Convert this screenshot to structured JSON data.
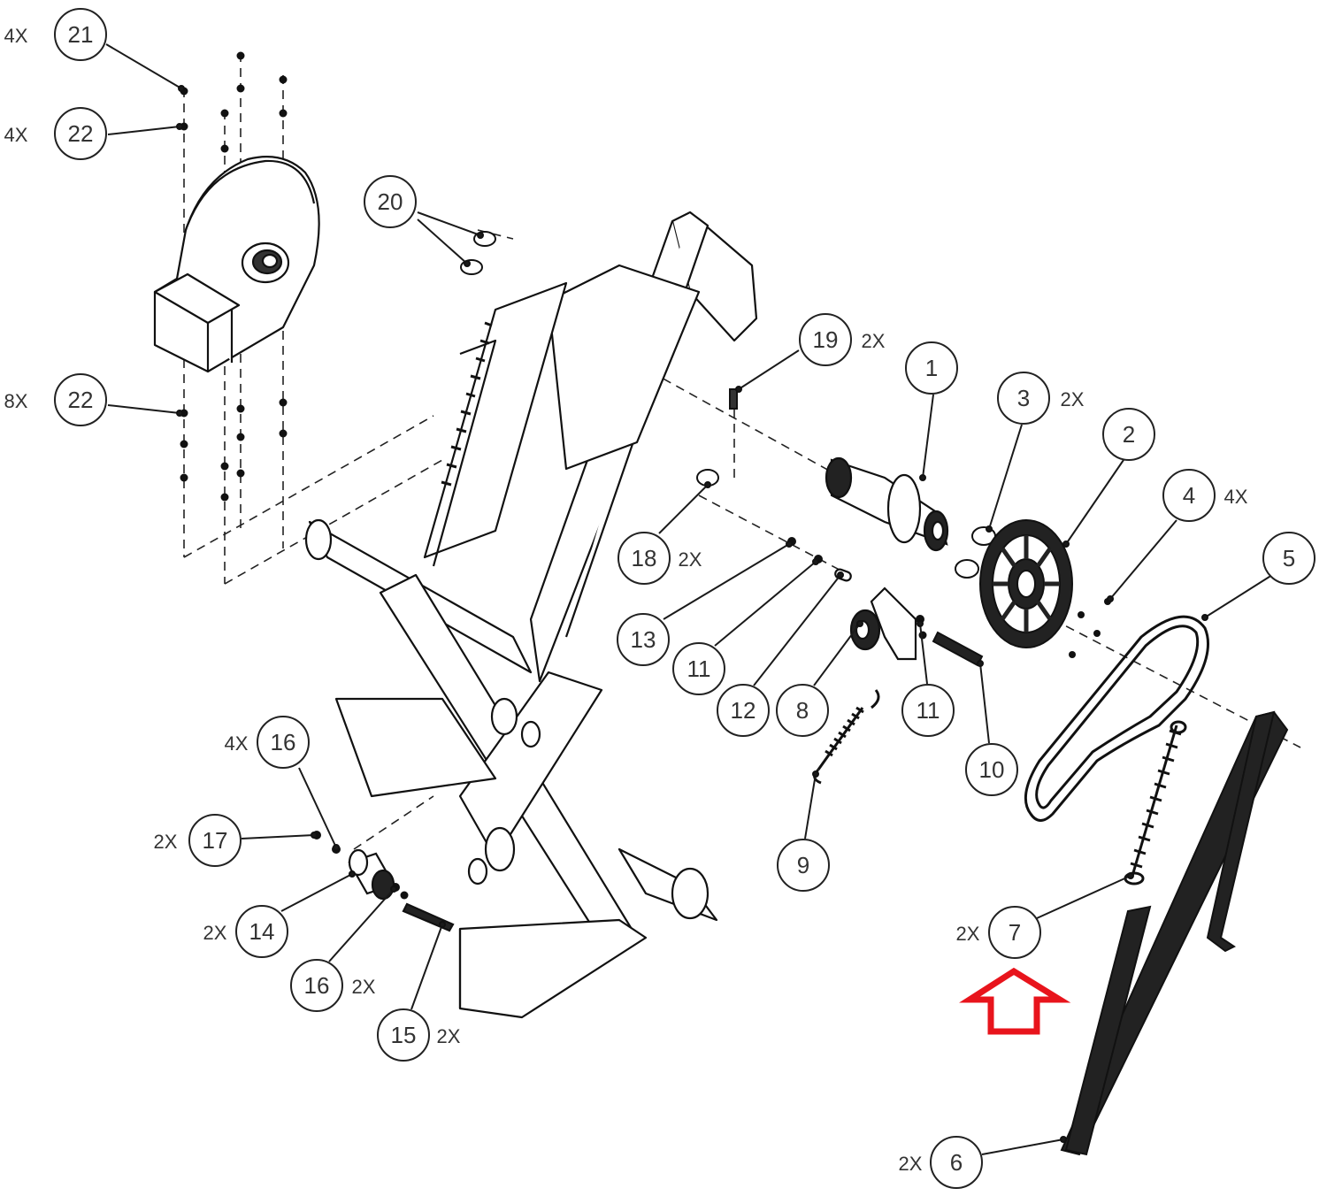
{
  "colors": {
    "line": "#1a1a1a",
    "accent_arrow": "#e8141c",
    "background": "#ffffff"
  },
  "callouts": [
    {
      "id": "c21",
      "num": "21",
      "qty": "4X"
    },
    {
      "id": "c22a",
      "num": "22",
      "qty": "4X"
    },
    {
      "id": "c22b",
      "num": "22",
      "qty": "8X"
    },
    {
      "id": "c20",
      "num": "20",
      "qty": ""
    },
    {
      "id": "c19",
      "num": "19",
      "qty": "2X"
    },
    {
      "id": "c1",
      "num": "1",
      "qty": ""
    },
    {
      "id": "c3",
      "num": "3",
      "qty": "2X"
    },
    {
      "id": "c2",
      "num": "2",
      "qty": ""
    },
    {
      "id": "c4",
      "num": "4",
      "qty": "4X"
    },
    {
      "id": "c5",
      "num": "5",
      "qty": ""
    },
    {
      "id": "c18",
      "num": "18",
      "qty": "2X"
    },
    {
      "id": "c13",
      "num": "13",
      "qty": ""
    },
    {
      "id": "c11a",
      "num": "11",
      "qty": ""
    },
    {
      "id": "c12",
      "num": "12",
      "qty": ""
    },
    {
      "id": "c8",
      "num": "8",
      "qty": ""
    },
    {
      "id": "c11b",
      "num": "11",
      "qty": ""
    },
    {
      "id": "c10",
      "num": "10",
      "qty": ""
    },
    {
      "id": "c9",
      "num": "9",
      "qty": ""
    },
    {
      "id": "c16a",
      "num": "16",
      "qty": "4X"
    },
    {
      "id": "c17",
      "num": "17",
      "qty": "2X"
    },
    {
      "id": "c14",
      "num": "14",
      "qty": "2X"
    },
    {
      "id": "c16b",
      "num": "16",
      "qty": "2X"
    },
    {
      "id": "c15",
      "num": "15",
      "qty": "2X"
    },
    {
      "id": "c7",
      "num": "7",
      "qty": "2X"
    },
    {
      "id": "c6",
      "num": "6",
      "qty": "2X"
    }
  ]
}
